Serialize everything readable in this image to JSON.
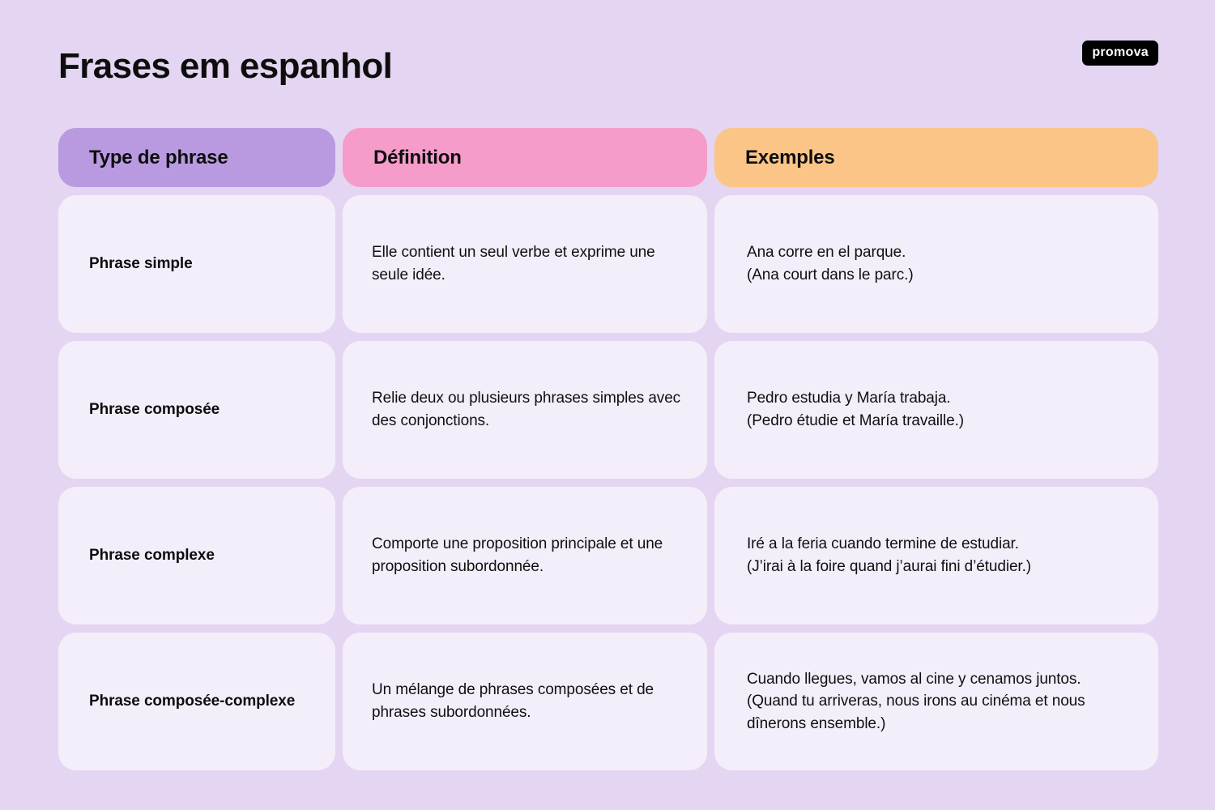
{
  "header": {
    "title": "Frases em espanhol",
    "logo_text": "promova"
  },
  "colors": {
    "background": "#e4d6f2",
    "cell_background": "#f4eefb",
    "header_type": "#b99ae0",
    "header_definition": "#f59ccb",
    "header_examples": "#fbc588",
    "text": "#0d0d0d",
    "logo_background": "#000000",
    "logo_text": "#ffffff"
  },
  "table": {
    "columns": [
      {
        "label": "Type de phrase"
      },
      {
        "label": "Définition"
      },
      {
        "label": "Exemples"
      }
    ],
    "rows": [
      {
        "type": "Phrase simple",
        "definition": "Elle contient un seul verbe et exprime une seule idée.",
        "examples": "Ana corre en el parque.\n(Ana court dans le parc.)"
      },
      {
        "type": "Phrase composée",
        "definition": "Relie deux ou plusieurs phrases simples avec des conjonctions.",
        "examples": "Pedro estudia y María trabaja.\n(Pedro étudie et María travaille.)"
      },
      {
        "type": "Phrase complexe",
        "definition": "Comporte une proposition principale et une proposition subordonnée.",
        "examples": "Iré a la feria cuando termine de estudiar.\n(J’irai à la foire quand j’aurai fini d’étudier.)"
      },
      {
        "type": "Phrase composée-complexe",
        "definition": "Un mélange de phrases composées et de phrases subordonnées.",
        "examples": "Cuando llegues, vamos al cine y cenamos juntos. (Quand tu arriveras, nous irons au cinéma et nous dînerons ensemble.)"
      }
    ]
  }
}
